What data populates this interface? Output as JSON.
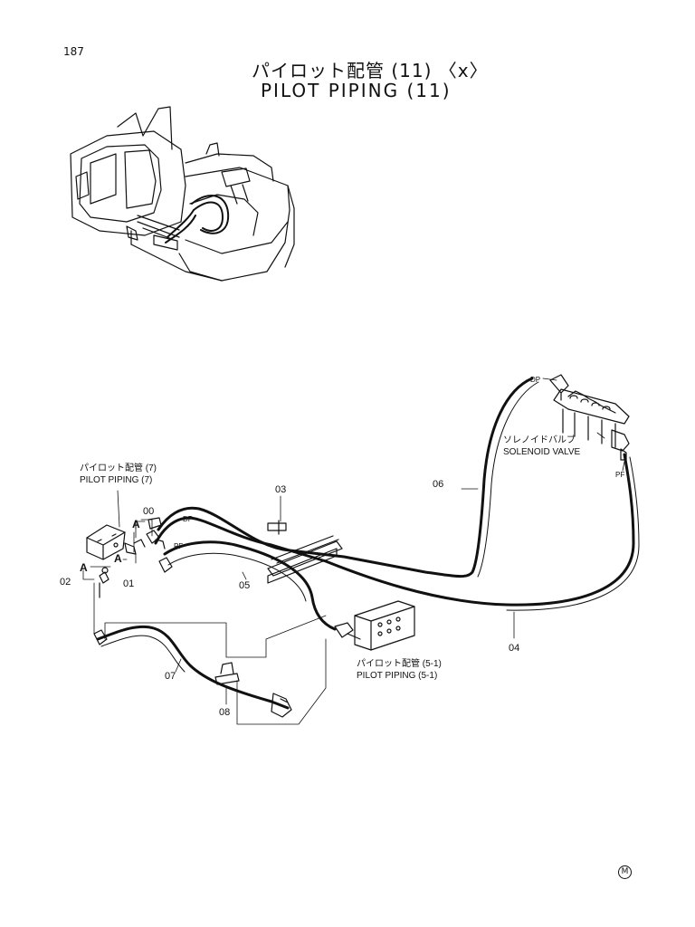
{
  "page_number": "187",
  "title_jp": "パイロット配管 (11) 〈x〉",
  "title_en": "PILOT PIPING (11)",
  "callouts": {
    "pilot7_jp": "パイロット配管 (7)",
    "pilot7_en": "PILOT PIPING (7)",
    "solenoid_jp": "ソレノイドバルブ",
    "solenoid_en": "SOLENOID VALVE",
    "pilot51_jp": "パイロット配管 (5-1)",
    "pilot51_en": "PILOT PIPING (5-1)"
  },
  "part_numbers": {
    "p00": "00",
    "p01": "01",
    "p02": "02",
    "p03": "03",
    "p04": "04",
    "p05": "05",
    "p06": "06",
    "p07": "07",
    "p08": "08"
  },
  "port_labels": {
    "dp_left": "DP",
    "pf_left": "PF",
    "dp_right": "DP",
    "pf_right": "PF",
    "a_upper": "A",
    "a_lower": "A",
    "a_left": "A"
  },
  "footer_mark": "M"
}
